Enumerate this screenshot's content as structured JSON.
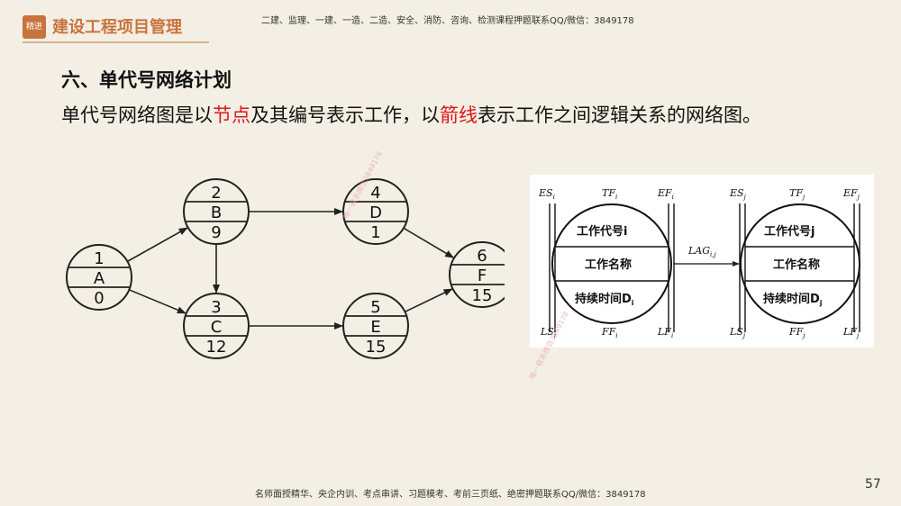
{
  "header": {
    "logo_text": "精进",
    "course_title": "建设工程项目管理",
    "top_ad": "二建、监理、一建、一造、二造、安全、消防、咨询、检测课程押题联系QQ/微信：3849178"
  },
  "section": {
    "heading": "六、单代号网络计划",
    "definition_part1": "单代号网络图是以",
    "definition_hl1": "节点",
    "definition_part2": "及其编号表示工作，以",
    "definition_hl2": "箭线",
    "definition_part3": "表示工作之间逻辑关系的网络图。"
  },
  "network": {
    "nodes": [
      {
        "id": "1",
        "name": "A",
        "duration": "0"
      },
      {
        "id": "2",
        "name": "B",
        "duration": "9"
      },
      {
        "id": "3",
        "name": "C",
        "duration": "12"
      },
      {
        "id": "4",
        "name": "D",
        "duration": "1"
      },
      {
        "id": "5",
        "name": "E",
        "duration": "15"
      },
      {
        "id": "6",
        "name": "F",
        "duration": "15"
      }
    ],
    "edges": [
      [
        "1",
        "2"
      ],
      [
        "1",
        "3"
      ],
      [
        "2",
        "3"
      ],
      [
        "2",
        "4"
      ],
      [
        "3",
        "5"
      ],
      [
        "4",
        "6"
      ],
      [
        "5",
        "6"
      ]
    ]
  },
  "legend_diagram": {
    "es_i": "ES",
    "es_i_sub": "i",
    "tf_i": "TF",
    "tf_i_sub": "i",
    "ef_i": "EF",
    "ef_i_sub": "i",
    "ls_i": "LS",
    "ls_i_sub": "i",
    "ff_i": "FF",
    "ff_i_sub": "i",
    "lf_i": "LF",
    "lf_i_sub": "i",
    "code_i": "工作代号i",
    "name_i": "工作名称",
    "dur_i": "持续时间D",
    "dur_i_sub": "i",
    "lag": "LAG",
    "lag_sub": "i,j",
    "es_j": "ES",
    "es_j_sub": "j",
    "tf_j": "TF",
    "tf_j_sub": "j",
    "ef_j": "EF",
    "ef_j_sub": "j",
    "ls_j": "LS",
    "ls_j_sub": "j",
    "ff_j": "FF",
    "ff_j_sub": "j",
    "lf_j": "LF",
    "lf_j_sub": "j",
    "code_j": "工作代号j",
    "name_j": "工作名称",
    "dur_j": "持续时间D",
    "dur_j_sub": "j"
  },
  "watermark": "唯一联系微信3849178",
  "footer": {
    "bottom_ad": "名师面授精华、央企内训、考点串讲、习题模考、考前三页纸、绝密押题联系QQ/微信：3849178",
    "page_number": "57"
  }
}
